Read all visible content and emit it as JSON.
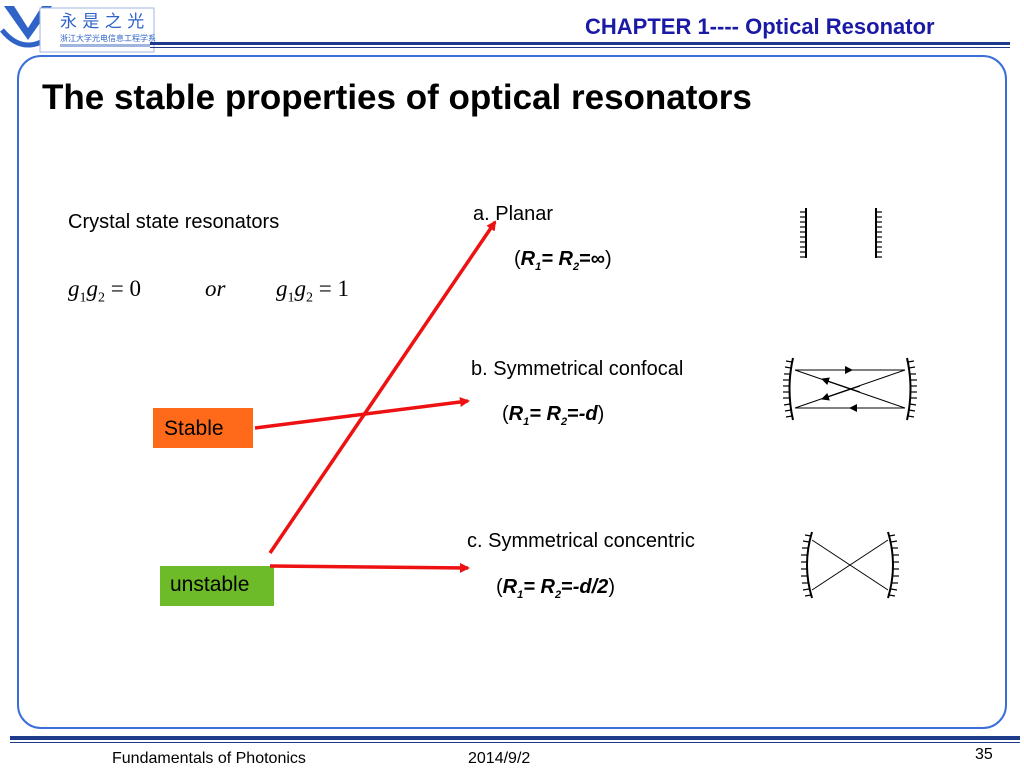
{
  "header": {
    "chapter": "CHAPTER 1---- Optical  Resonator"
  },
  "slide": {
    "title": "The stable properties of optical resonators",
    "crystal_label": "Crystal state resonators",
    "equation": {
      "left": "g1g2 = 0",
      "or": "or",
      "right": "g1g2 = 1"
    },
    "stable_label": "Stable",
    "unstable_label": "unstable",
    "items": [
      {
        "name": "a.  Planar",
        "condition_open": "(",
        "condition_value": "∞",
        "condition_close": ")"
      },
      {
        "name": "b. Symmetrical confocal",
        "condition_open": "(",
        "condition_value": "-d",
        "condition_close": ")"
      },
      {
        "name": "c. Symmetrical concentric",
        "condition_open": "(",
        "condition_value": "-d/2",
        "condition_close": ")"
      }
    ]
  },
  "footer": {
    "course": "Fundamentals of Photonics",
    "date": "2014/9/2",
    "page": "35"
  },
  "colors": {
    "frame_blue": "#3a6fd8",
    "arrow_red": "#ee1111",
    "stable_fill": "#ff6a1a",
    "unstable_fill": "#6ebb2a",
    "header_text": "#1a1aa6"
  }
}
